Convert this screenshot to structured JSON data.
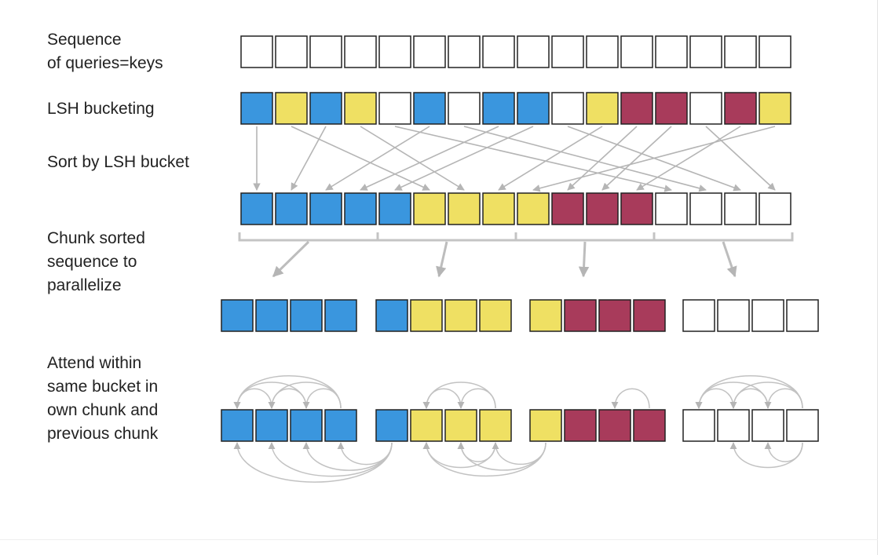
{
  "colors": {
    "blue": "#3a96de",
    "yellow": "#efe063",
    "red": "#a83b5b",
    "white": "#ffffff",
    "outline": "#222222",
    "arrow": "#b5b5b5"
  },
  "rows": {
    "sequence": {
      "label": "Sequence\nof queries=keys",
      "cells": [
        "white",
        "white",
        "white",
        "white",
        "white",
        "white",
        "white",
        "white",
        "white",
        "white",
        "white",
        "white",
        "white",
        "white",
        "white",
        "white"
      ]
    },
    "lsh_bucketing": {
      "label": "LSH bucketing",
      "cells": [
        "blue",
        "yellow",
        "blue",
        "yellow",
        "white",
        "blue",
        "white",
        "blue",
        "blue",
        "white",
        "yellow",
        "red",
        "red",
        "white",
        "red",
        "yellow"
      ]
    },
    "sort_by_bucket": {
      "label": "Sort by LSH bucket",
      "cells": [
        "blue",
        "blue",
        "blue",
        "blue",
        "blue",
        "yellow",
        "yellow",
        "yellow",
        "yellow",
        "red",
        "red",
        "red",
        "white",
        "white",
        "white",
        "white"
      ]
    },
    "chunked": {
      "label": "Chunk sorted\nsequence to\nparallelize",
      "chunks": [
        [
          "blue",
          "blue",
          "blue",
          "blue"
        ],
        [
          "blue",
          "yellow",
          "yellow",
          "yellow"
        ],
        [
          "yellow",
          "red",
          "red",
          "red"
        ],
        [
          "white",
          "white",
          "white",
          "white"
        ]
      ]
    },
    "attend": {
      "label": "Attend within\nsame bucket in\nown chunk and\nprevious chunk",
      "chunks": [
        [
          "blue",
          "blue",
          "blue",
          "blue"
        ],
        [
          "blue",
          "yellow",
          "yellow",
          "yellow"
        ],
        [
          "yellow",
          "red",
          "red",
          "red"
        ],
        [
          "white",
          "white",
          "white",
          "white"
        ]
      ]
    }
  }
}
